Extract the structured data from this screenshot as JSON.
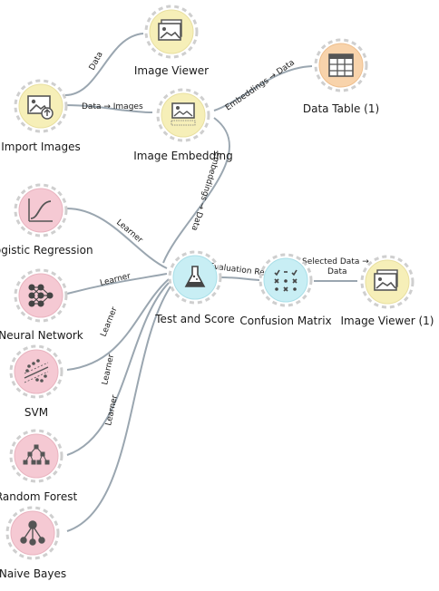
{
  "colors": {
    "data": "#f6efb8",
    "table": "#f8d3ab",
    "model": "#f5c9d3",
    "eval": "#c8eef4",
    "edge": "#9aa6b0"
  },
  "nodes": {
    "import_images": {
      "label": "Import Images",
      "icon": "image-upload-icon"
    },
    "image_viewer": {
      "label": "Image Viewer",
      "icon": "image-icon"
    },
    "image_embedding": {
      "label": "Image Embedding",
      "icon": "image-embedding-icon"
    },
    "data_table": {
      "label": "Data Table (1)",
      "icon": "table-icon"
    },
    "logistic_regression": {
      "label": "Logistic Regression",
      "icon": "sigmoid-icon"
    },
    "neural_network": {
      "label": "Neural Network",
      "icon": "network-icon"
    },
    "svm": {
      "label": "SVM",
      "icon": "scatter-icon"
    },
    "random_forest": {
      "label": "Random Forest",
      "icon": "tree-icon"
    },
    "naive_bayes": {
      "label": "Naive Bayes",
      "icon": "bayes-icon"
    },
    "test_and_score": {
      "label": "Test and Score",
      "icon": "flask-icon"
    },
    "confusion_matrix": {
      "label": "Confusion Matrix",
      "icon": "matrix-icon"
    },
    "image_viewer_1": {
      "label": "Image Viewer (1)",
      "icon": "image-icon"
    }
  },
  "edges": {
    "data": "Data",
    "data_images": "Data → Images",
    "embeddings_data_top": "Embeddings → Data",
    "embeddings_data_down": "Embeddings → Data",
    "learner": "Learner",
    "evaluation_results": "Evaluation Results",
    "selected_data_1": "Selected Data →",
    "selected_data_2": "Data"
  }
}
